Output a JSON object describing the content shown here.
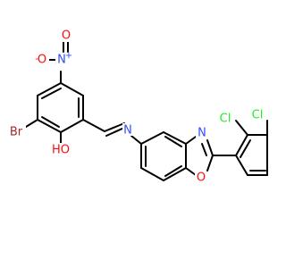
{
  "molecule": {
    "atoms": {
      "br": {
        "label": "Br",
        "color": "#A62929"
      },
      "oh": {
        "label": "HO",
        "color": "#FF0D0D"
      },
      "nitro_n": {
        "label": "N",
        "color": "#3050F8"
      },
      "nitro_plus": {
        "label": "+",
        "color": "#3050F8"
      },
      "nitro_o_left": {
        "label": "O",
        "color": "#FF0D0D"
      },
      "nitro_o_minus": {
        "label": "-",
        "color": "#FF0D0D"
      },
      "nitro_o_top": {
        "label": "O",
        "color": "#FF0D0D"
      },
      "imine_n": {
        "label": "N",
        "color": "#3050F8"
      },
      "oxazole_n": {
        "label": "N",
        "color": "#3050F8"
      },
      "oxazole_o": {
        "label": "O",
        "color": "#FF0D0D"
      },
      "cl_left": {
        "label": "Cl",
        "color": "#1FF01F"
      },
      "cl_right": {
        "label": "Cl",
        "color": "#1FF01F"
      }
    }
  }
}
